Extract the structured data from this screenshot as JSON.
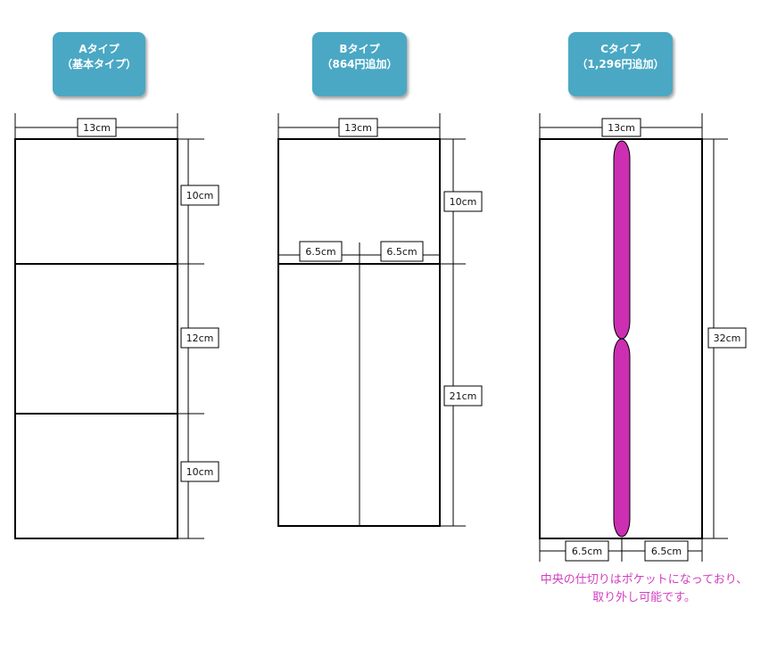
{
  "colors": {
    "badge_bg": "#4aa8c4",
    "divider_fill": "#cc2fb2",
    "note_text": "#d23fc0"
  },
  "types": [
    {
      "title": "Aタイプ",
      "subtitle": "（基本タイプ）",
      "width_label": "13cm",
      "dims": [
        "10cm",
        "12cm",
        "10cm"
      ]
    },
    {
      "title": "Bタイプ",
      "subtitle": "（864円追加）",
      "width_label": "13cm",
      "half_left": "6.5cm",
      "half_right": "6.5cm",
      "dims": [
        "10cm",
        "21cm"
      ]
    },
    {
      "title": "Cタイプ",
      "subtitle": "（1,296円追加）",
      "width_label": "13cm",
      "height_label": "32cm",
      "bottom_left": "6.5cm",
      "bottom_right": "6.5cm",
      "note_line1": "中央の仕切りはポケットになっており、",
      "note_line2": "取り外し可能です。"
    }
  ]
}
